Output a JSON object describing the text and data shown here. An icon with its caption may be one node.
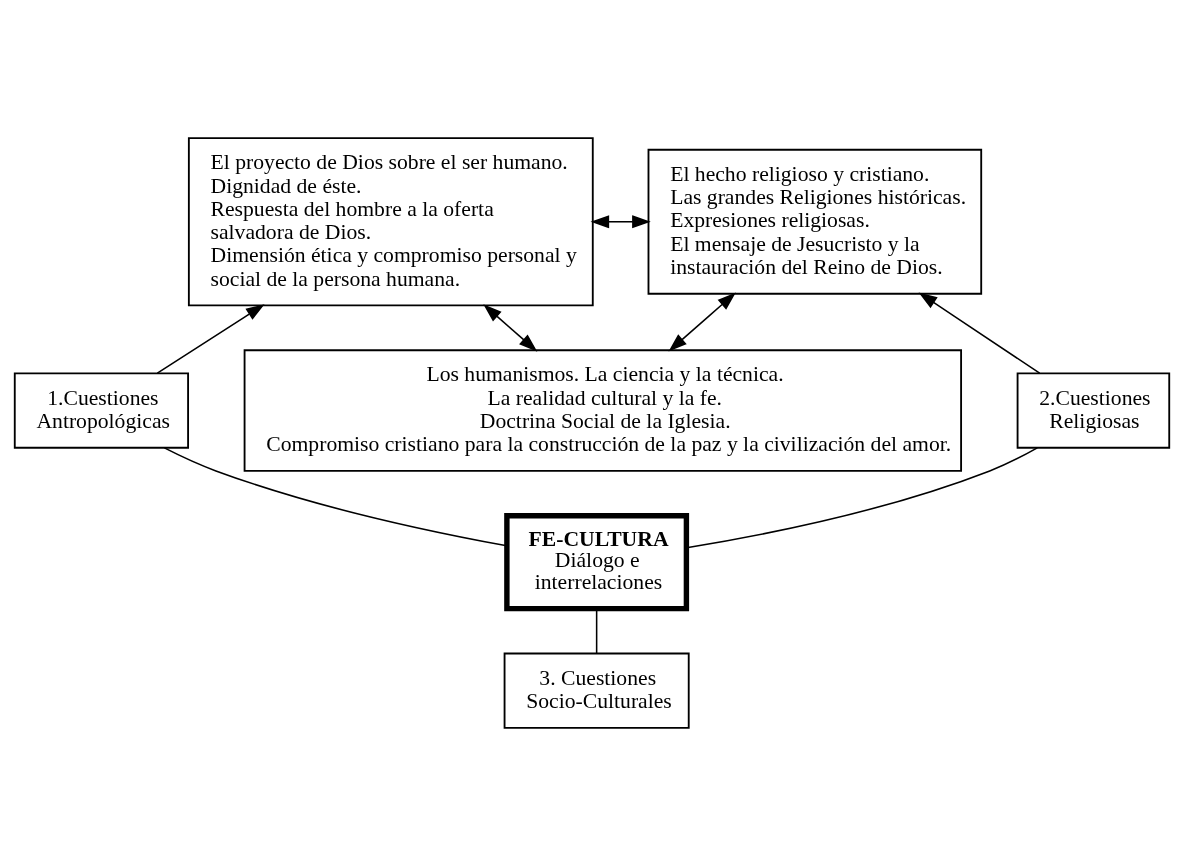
{
  "diagram": {
    "nodes": [
      {
        "text": [
          "El proyecto de Dios sobre el ser humano.",
          "Dignidad de éste.",
          "Respuesta del hombre a la oferta salvadora de Dios.",
          "Dimensión ética y compromiso personal y social de la persona humana."
        ]
      },
      {
        "text": [
          "El hecho religioso y cristiano.",
          "Las grandes Religiones históricas.",
          "Expresiones religiosas.",
          "El mensaje de Jesucristo y la instauración del Reino de Dios."
        ]
      },
      {
        "text": [
          "1.Cuestiones Antropológicas"
        ]
      },
      {
        "text": [
          "2.Cuestiones Religiosas"
        ]
      },
      {
        "text": [
          "FE-CULTURA",
          "Diálogo e interrelaciones"
        ]
      },
      {
        "text": [
          "3. Cuestiones Socio-Culturales"
        ]
      },
      {
        "text": [
          "Los humanismos. La ciencia y la técnica.",
          "La realidad cultural y la fe.",
          "Doctrina Social de la Iglesia.",
          "Compromiso cristiano para la construcción de la paz y la civilización del amor."
        ]
      }
    ],
    "edges": [
      {
        "from": 0,
        "to": 1,
        "arrow": "both"
      },
      {
        "from": 2,
        "to": 0,
        "arrow": "to"
      },
      {
        "from": 3,
        "to": 1,
        "arrow": "to"
      },
      {
        "from": 4,
        "to": 2,
        "arrow": "none"
      },
      {
        "from": 4,
        "to": 3,
        "arrow": "none"
      },
      {
        "from": 4,
        "to": 5,
        "arrow": "none"
      },
      {
        "from": 0,
        "to": 6,
        "arrow": "both"
      },
      {
        "from": 1,
        "to": 6,
        "arrow": "both"
      }
    ]
  }
}
